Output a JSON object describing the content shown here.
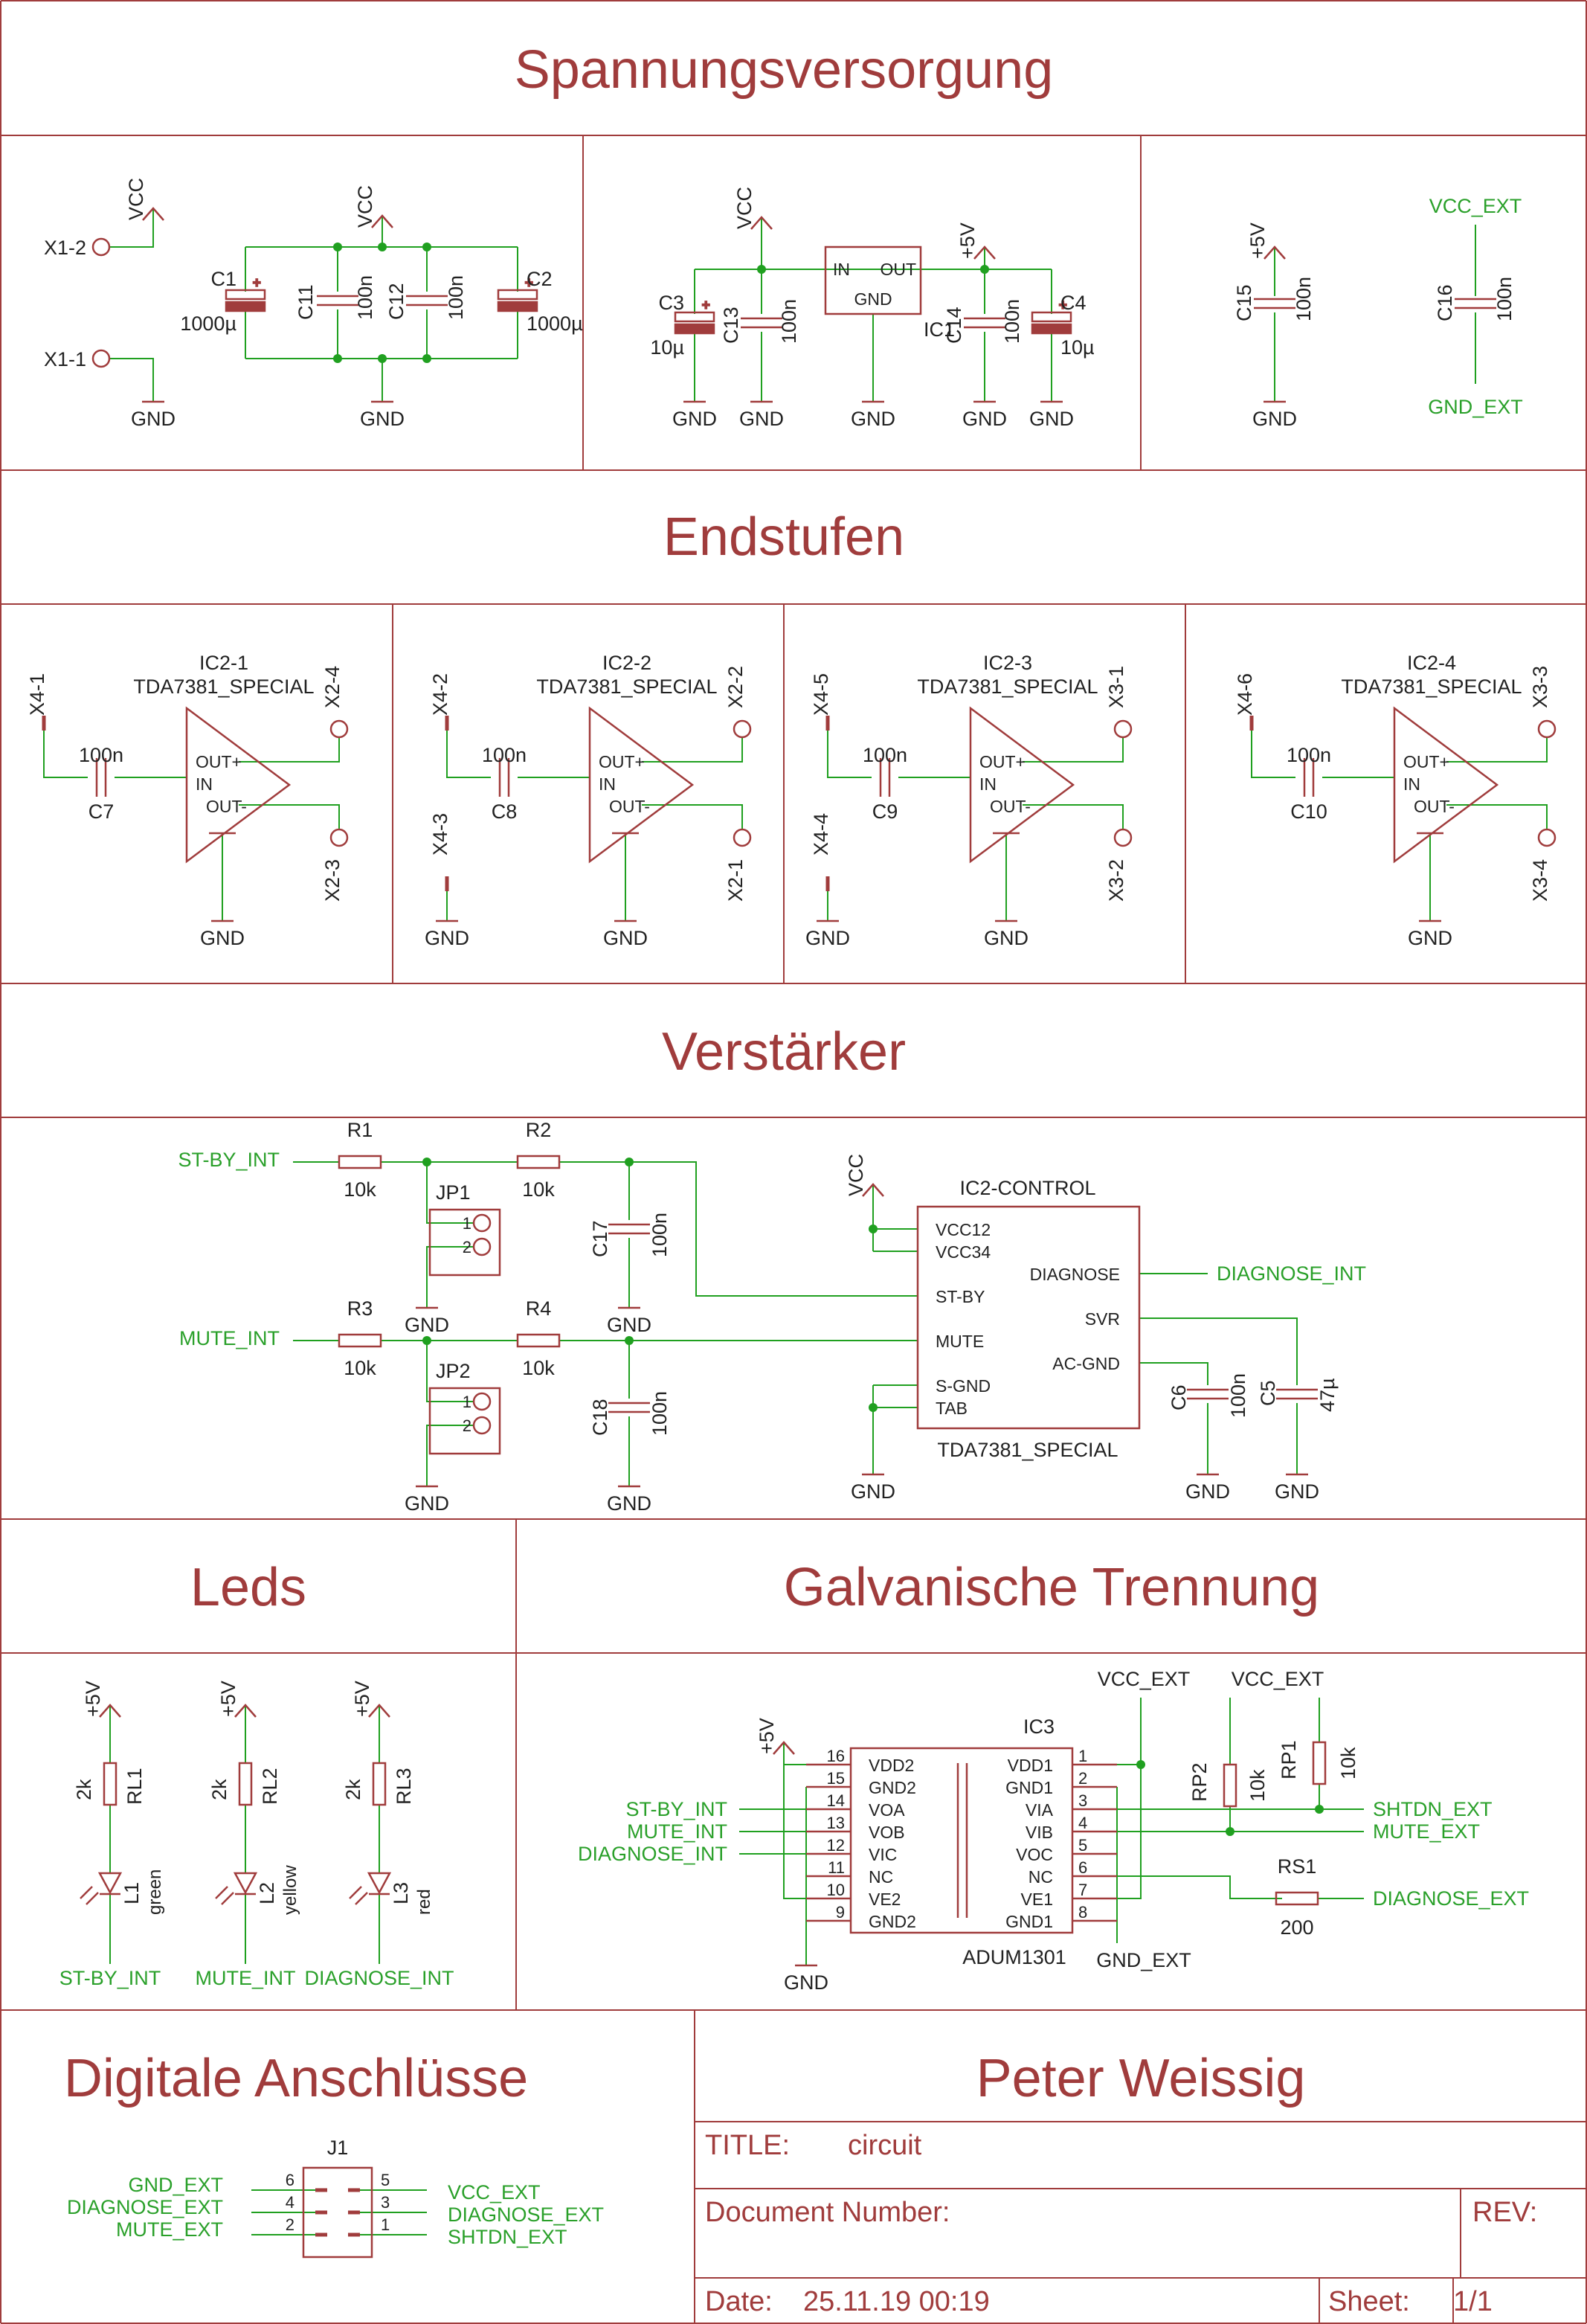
{
  "colors": {
    "frame": "#a03c3c",
    "wire": "#20a020",
    "net": "#2aa02a",
    "sym": "#a03c3c",
    "text": "#222222"
  },
  "sections": {
    "spannung": "Spannungsversorgung",
    "endstufen": "Endstufen",
    "verstaerker": "Verstärker",
    "leds": "Leds",
    "galvanisch": "Galvanische Trennung",
    "digital": "Digitale Anschlüsse",
    "author": "Peter Weissig"
  },
  "title_block": {
    "title_label": "TITLE:",
    "title_value": "circuit",
    "docnum_label": "Document Number:",
    "rev_label": "REV:",
    "date_label": "Date:",
    "date_value": "25.11.19 00:19",
    "sheet_label": "Sheet:",
    "sheet_value": "1/1"
  },
  "labels": {
    "vcc": "VCC",
    "gnd": "GND",
    "p5v": "+5V",
    "vcc_ext": "VCC_EXT",
    "gnd_ext": "GND_EXT",
    "x1_2": "X1-2",
    "x1_1": "X1-1",
    "c1": "C1",
    "c1v": "1000µ",
    "c2": "C2",
    "c2v": "1000µ",
    "c11": "C11",
    "c12": "C12",
    "v100n": "100n",
    "c3": "C3",
    "c3v": "10µ",
    "c13": "C13",
    "c14": "C14",
    "c4": "C4",
    "c4v": "10µ",
    "ic1": "IC1",
    "ic1_in": "IN",
    "ic1_out": "OUT",
    "ic1_gnd": "GND",
    "c15": "C15",
    "c16": "C16",
    "tda": "TDA7381_SPECIAL",
    "ic2_1": "IC2-1",
    "ic2_2": "IC2-2",
    "ic2_3": "IC2-3",
    "ic2_4": "IC2-4",
    "outp": "OUT+",
    "in": "IN",
    "outm": "OUT-",
    "x4_1": "X4-1",
    "x2_4": "X2-4",
    "c7": "C7",
    "x2_3": "X2-3",
    "x4_2": "X4-2",
    "x2_2": "X2-2",
    "x4_3": "X4-3",
    "c8": "C8",
    "x2_1": "X2-1",
    "x4_5": "X4-5",
    "x3_1": "X3-1",
    "x4_4": "X4-4",
    "c9": "C9",
    "x3_2": "X3-2",
    "x4_6": "X4-6",
    "x3_3": "X3-3",
    "c10": "C10",
    "x3_4": "X3-4",
    "st_by_int": "ST-BY_INT",
    "mute_int": "MUTE_INT",
    "diagnose_int": "DIAGNOSE_INT",
    "r1": "R1",
    "r2": "R2",
    "r3": "R3",
    "r4": "R4",
    "v10k": "10k",
    "jp1": "JP1",
    "jp2": "JP2",
    "p1": "1",
    "p2": "2",
    "c17": "C17",
    "c18": "C18",
    "c6": "C6",
    "c5": "C5",
    "c5v": "47µ",
    "ic2_control": "IC2-CONTROL",
    "vcc12": "VCC12",
    "vcc34": "VCC34",
    "st_by": "ST-BY",
    "mute": "MUTE",
    "s_gnd": "S-GND",
    "tab": "TAB",
    "diagnose": "DIAGNOSE",
    "svr": "SVR",
    "ac_gnd": "AC-GND",
    "v2k": "2k",
    "rl1": "RL1",
    "rl2": "RL2",
    "rl3": "RL3",
    "l1": "L1",
    "l2": "L2",
    "l3": "L3",
    "green": "green",
    "yellow": "yellow",
    "red": "red",
    "ic3": "IC3",
    "adum": "ADUM1301",
    "vdd2": "VDD2",
    "gnd2": "GND2",
    "voa": "VOA",
    "vob": "VOB",
    "vic": "VIC",
    "nc": "NC",
    "ve2": "VE2",
    "vdd1": "VDD1",
    "gnd1": "GND1",
    "via": "VIA",
    "vib": "VIB",
    "voc": "VOC",
    "ve1": "VE1",
    "n16": "16",
    "n15": "15",
    "n14": "14",
    "n13": "13",
    "n12": "12",
    "n11": "11",
    "n10": "10",
    "n9": "9",
    "n1": "1",
    "n2": "2",
    "n3": "3",
    "n4": "4",
    "n5": "5",
    "n6": "6",
    "n7": "7",
    "n8": "8",
    "rp1": "RP1",
    "rp2": "RP2",
    "rs1": "RS1",
    "v200": "200",
    "shtdn_ext": "SHTDN_EXT",
    "mute_ext": "MUTE_EXT",
    "diagnose_ext": "DIAGNOSE_EXT",
    "j1": "J1"
  }
}
